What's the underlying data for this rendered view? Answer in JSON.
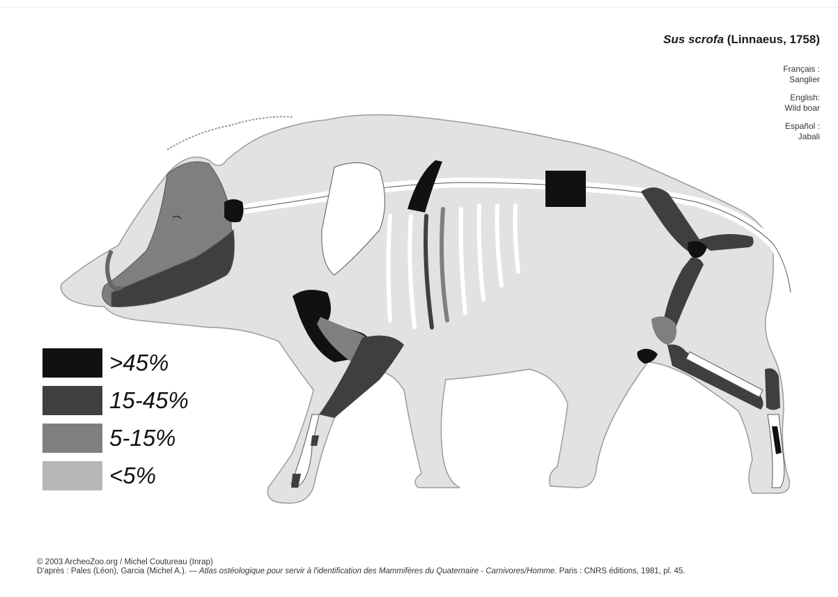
{
  "title": {
    "species": "Sus scrofa",
    "authority": "(Linnaeus, 1758)"
  },
  "names": [
    {
      "language": "Français :",
      "name": "Sanglier"
    },
    {
      "language": "English:",
      "name": "Wild boar"
    },
    {
      "language": "Español :",
      "name": "Jabali"
    }
  ],
  "legend": [
    {
      "label": ">45%",
      "color": "#111111"
    },
    {
      "label": "15-45%",
      "color": "#3f3f3f"
    },
    {
      "label": "5-15%",
      "color": "#7f7f7f"
    },
    {
      "label": "<5%",
      "color": "#b7b7b7"
    }
  ],
  "colors": {
    "body": "#e2e2e2",
    "body_outline": "#9a9a9a",
    "bone_white": "#ffffff",
    "bone_outline": "#555555"
  },
  "credits": {
    "line1": "© 2003 ArcheoZoo.org / Michel Coutureau (Inrap)",
    "line2_pre": "D'après : Pales (Léon), Garcia (Michel A.). — ",
    "line2_italic": "Atlas ostéologique pour servir à l'identification des Mammifères du Quaternaire - Carnivores/Homme",
    "line2_post": ". Paris : CNRS éditions, 1981, pl. 45."
  }
}
